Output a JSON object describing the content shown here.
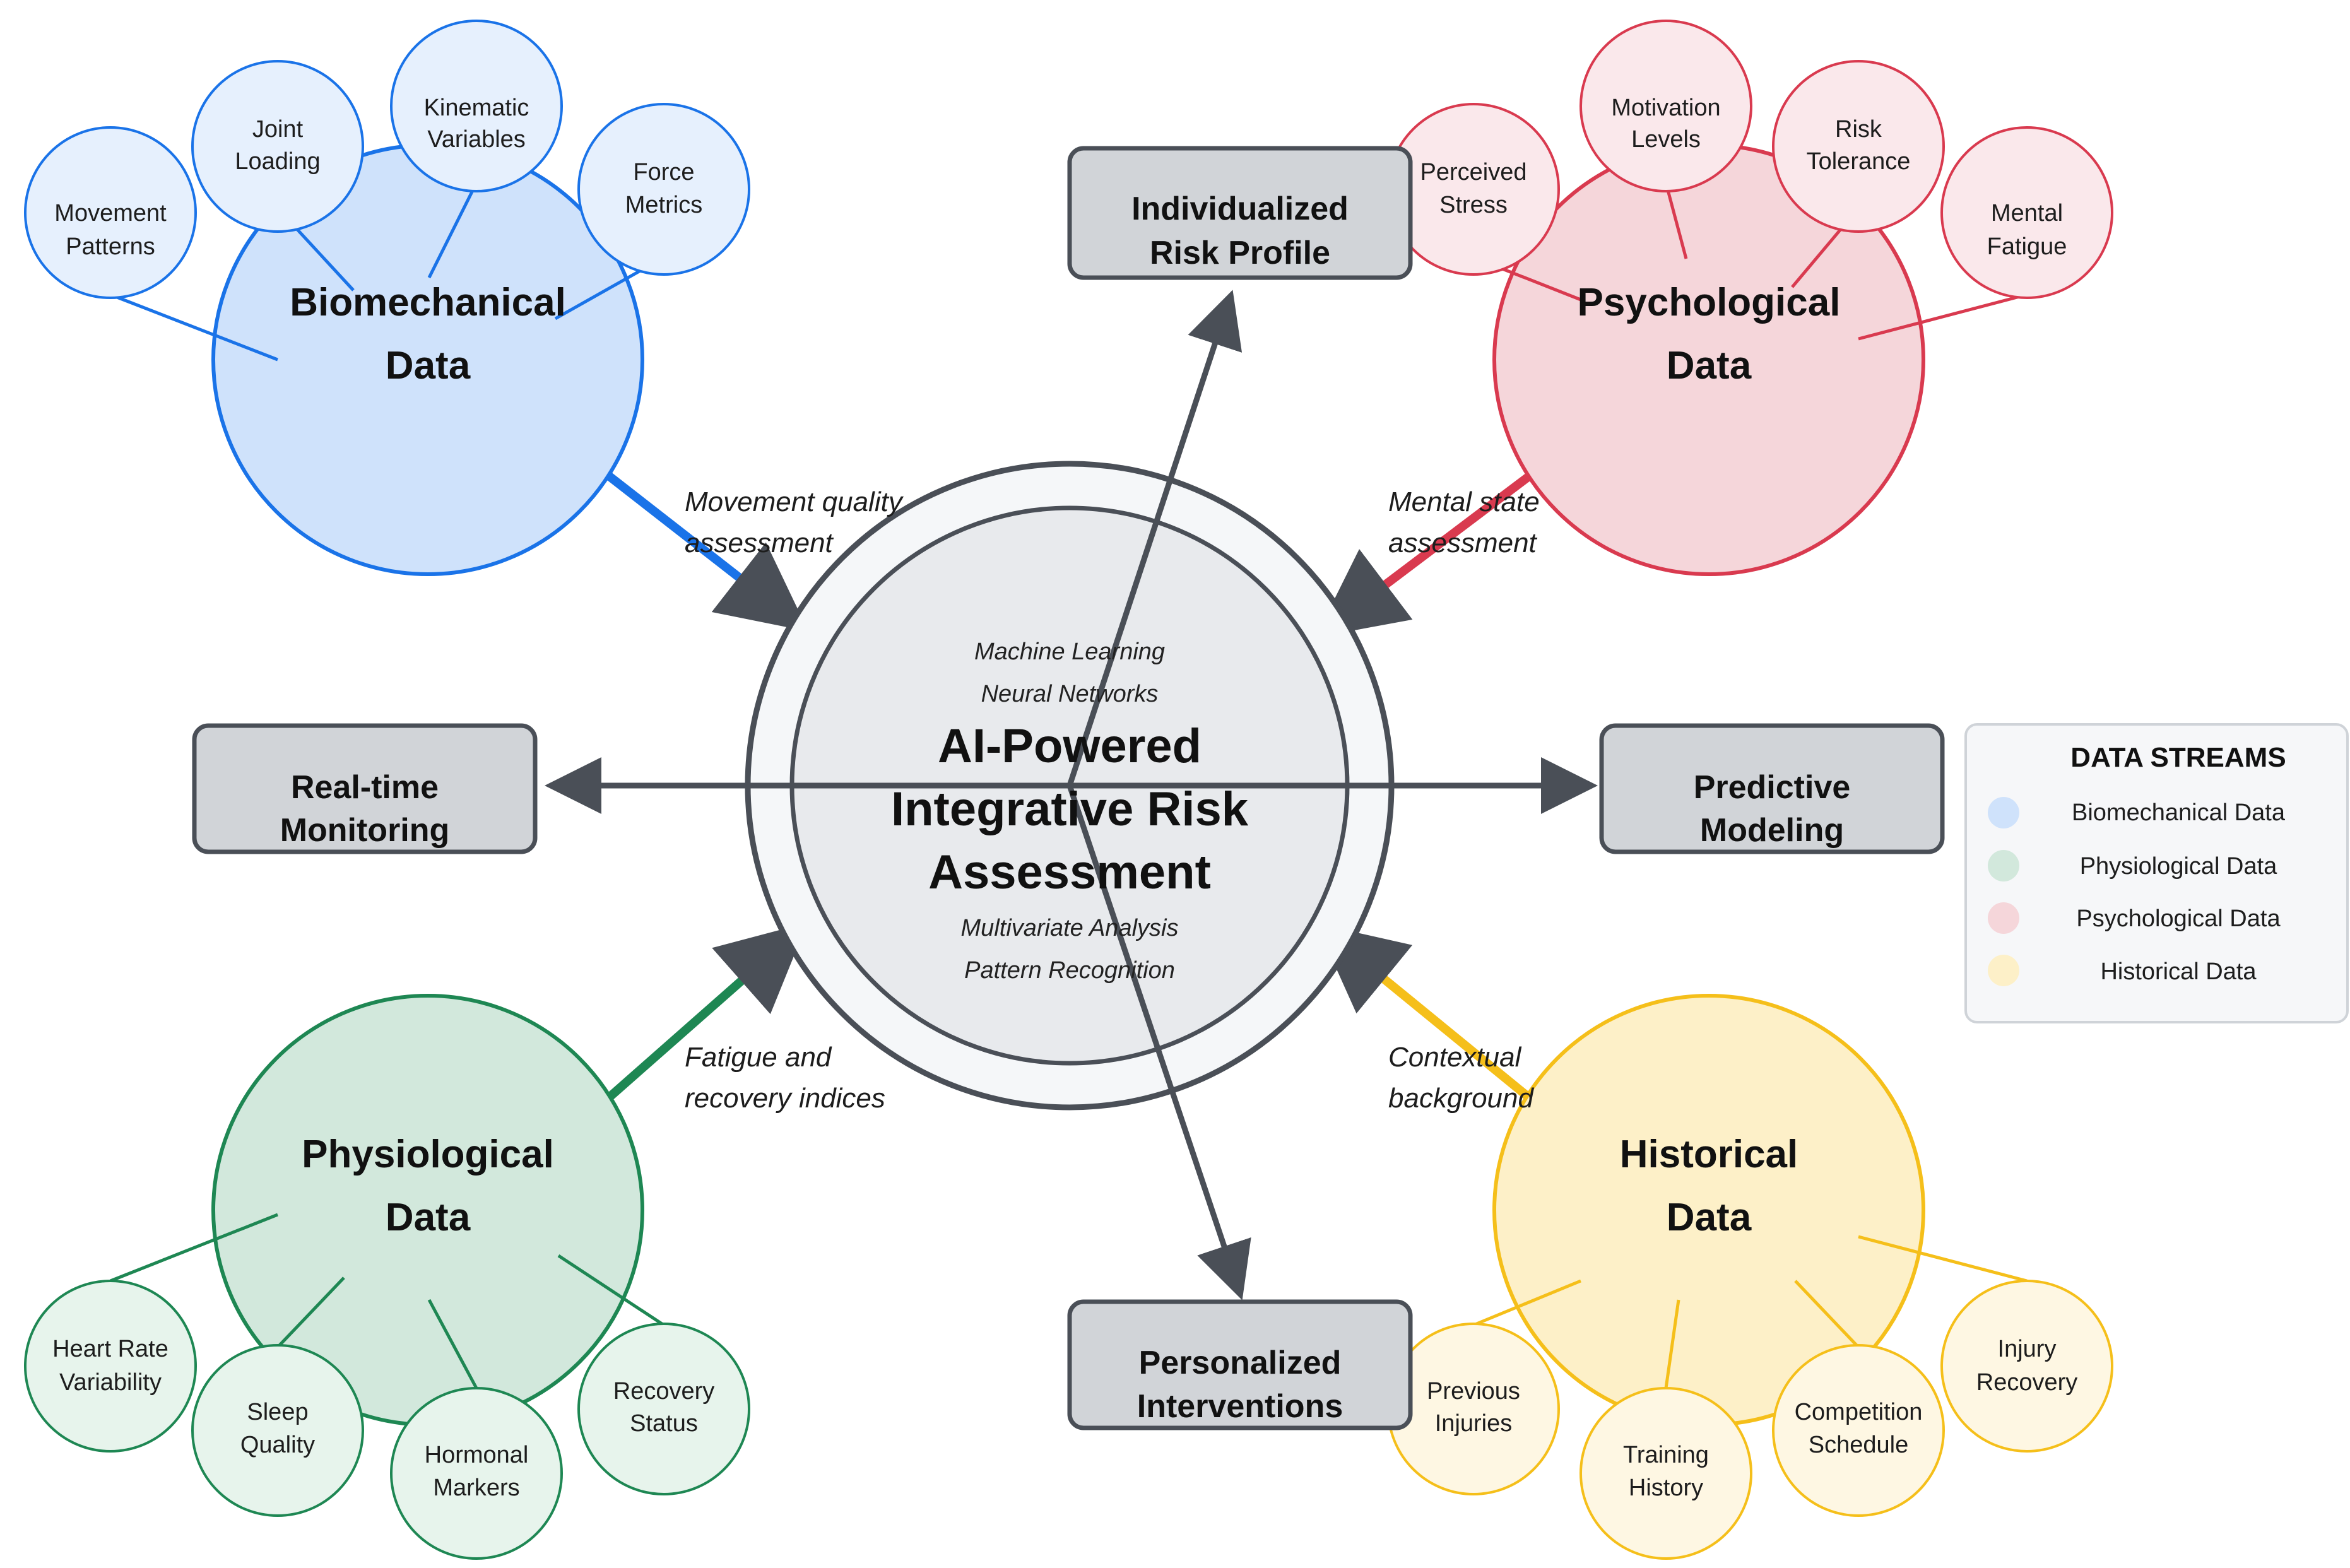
{
  "colors": {
    "biomechanical": "#1a73e8",
    "biomechanical_fill": "#cfe2fb",
    "biomechanical_sub_fill": "#e6f0fd",
    "physiological": "#1e8753",
    "physiological_fill": "#d2e8dc",
    "physiological_sub_fill": "#e7f4ec",
    "psychological": "#d93a4f",
    "psychological_fill": "#f5d6da",
    "psychological_sub_fill": "#fae8eb",
    "historical": "#f5bf1a",
    "historical_fill": "#fdf0c8",
    "historical_sub_fill": "#fef7e3",
    "core": "#4a4f57",
    "output_fill": "#d1d4d8"
  },
  "core": {
    "title": [
      "AI-Powered",
      "Integrative Risk",
      "Assessment"
    ],
    "methods_top": [
      "Machine Learning",
      "Neural Networks"
    ],
    "methods_bottom": [
      "Multivariate Analysis",
      "Pattern Recognition"
    ]
  },
  "streams": {
    "biomechanical": {
      "title": [
        "Biomechanical",
        "Data"
      ],
      "connector": [
        "Movement quality",
        "assessment"
      ],
      "items": [
        [
          "Movement",
          "Patterns"
        ],
        [
          "Joint",
          "Loading"
        ],
        [
          "Kinematic",
          "Variables"
        ],
        [
          "Force",
          "Metrics"
        ]
      ]
    },
    "psychological": {
      "title": [
        "Psychological",
        "Data"
      ],
      "connector": [
        "Mental state",
        "assessment"
      ],
      "items": [
        [
          "Perceived",
          "Stress"
        ],
        [
          "Motivation",
          "Levels"
        ],
        [
          "Risk",
          "Tolerance"
        ],
        [
          "Mental",
          "Fatigue"
        ]
      ]
    },
    "physiological": {
      "title": [
        "Physiological",
        "Data"
      ],
      "connector": [
        "Fatigue and",
        "recovery indices"
      ],
      "items": [
        [
          "Heart Rate",
          "Variability"
        ],
        [
          "Sleep",
          "Quality"
        ],
        [
          "Hormonal",
          "Markers"
        ],
        [
          "Recovery",
          "Status"
        ]
      ]
    },
    "historical": {
      "title": [
        "Historical",
        "Data"
      ],
      "connector": [
        "Contextual",
        "background"
      ],
      "items": [
        [
          "Previous",
          "Injuries"
        ],
        [
          "Training",
          "History"
        ],
        [
          "Competition",
          "Schedule"
        ],
        [
          "Injury",
          "Recovery"
        ]
      ]
    }
  },
  "outputs": {
    "risk_profile": [
      "Individualized",
      "Risk Profile"
    ],
    "monitoring": [
      "Real-time",
      "Monitoring"
    ],
    "predictive": [
      "Predictive",
      "Modeling"
    ],
    "interventions": [
      "Personalized",
      "Interventions"
    ]
  },
  "legend": {
    "title": "DATA STREAMS",
    "entries": [
      "Biomechanical Data",
      "Physiological Data",
      "Psychological Data",
      "Historical Data"
    ]
  }
}
